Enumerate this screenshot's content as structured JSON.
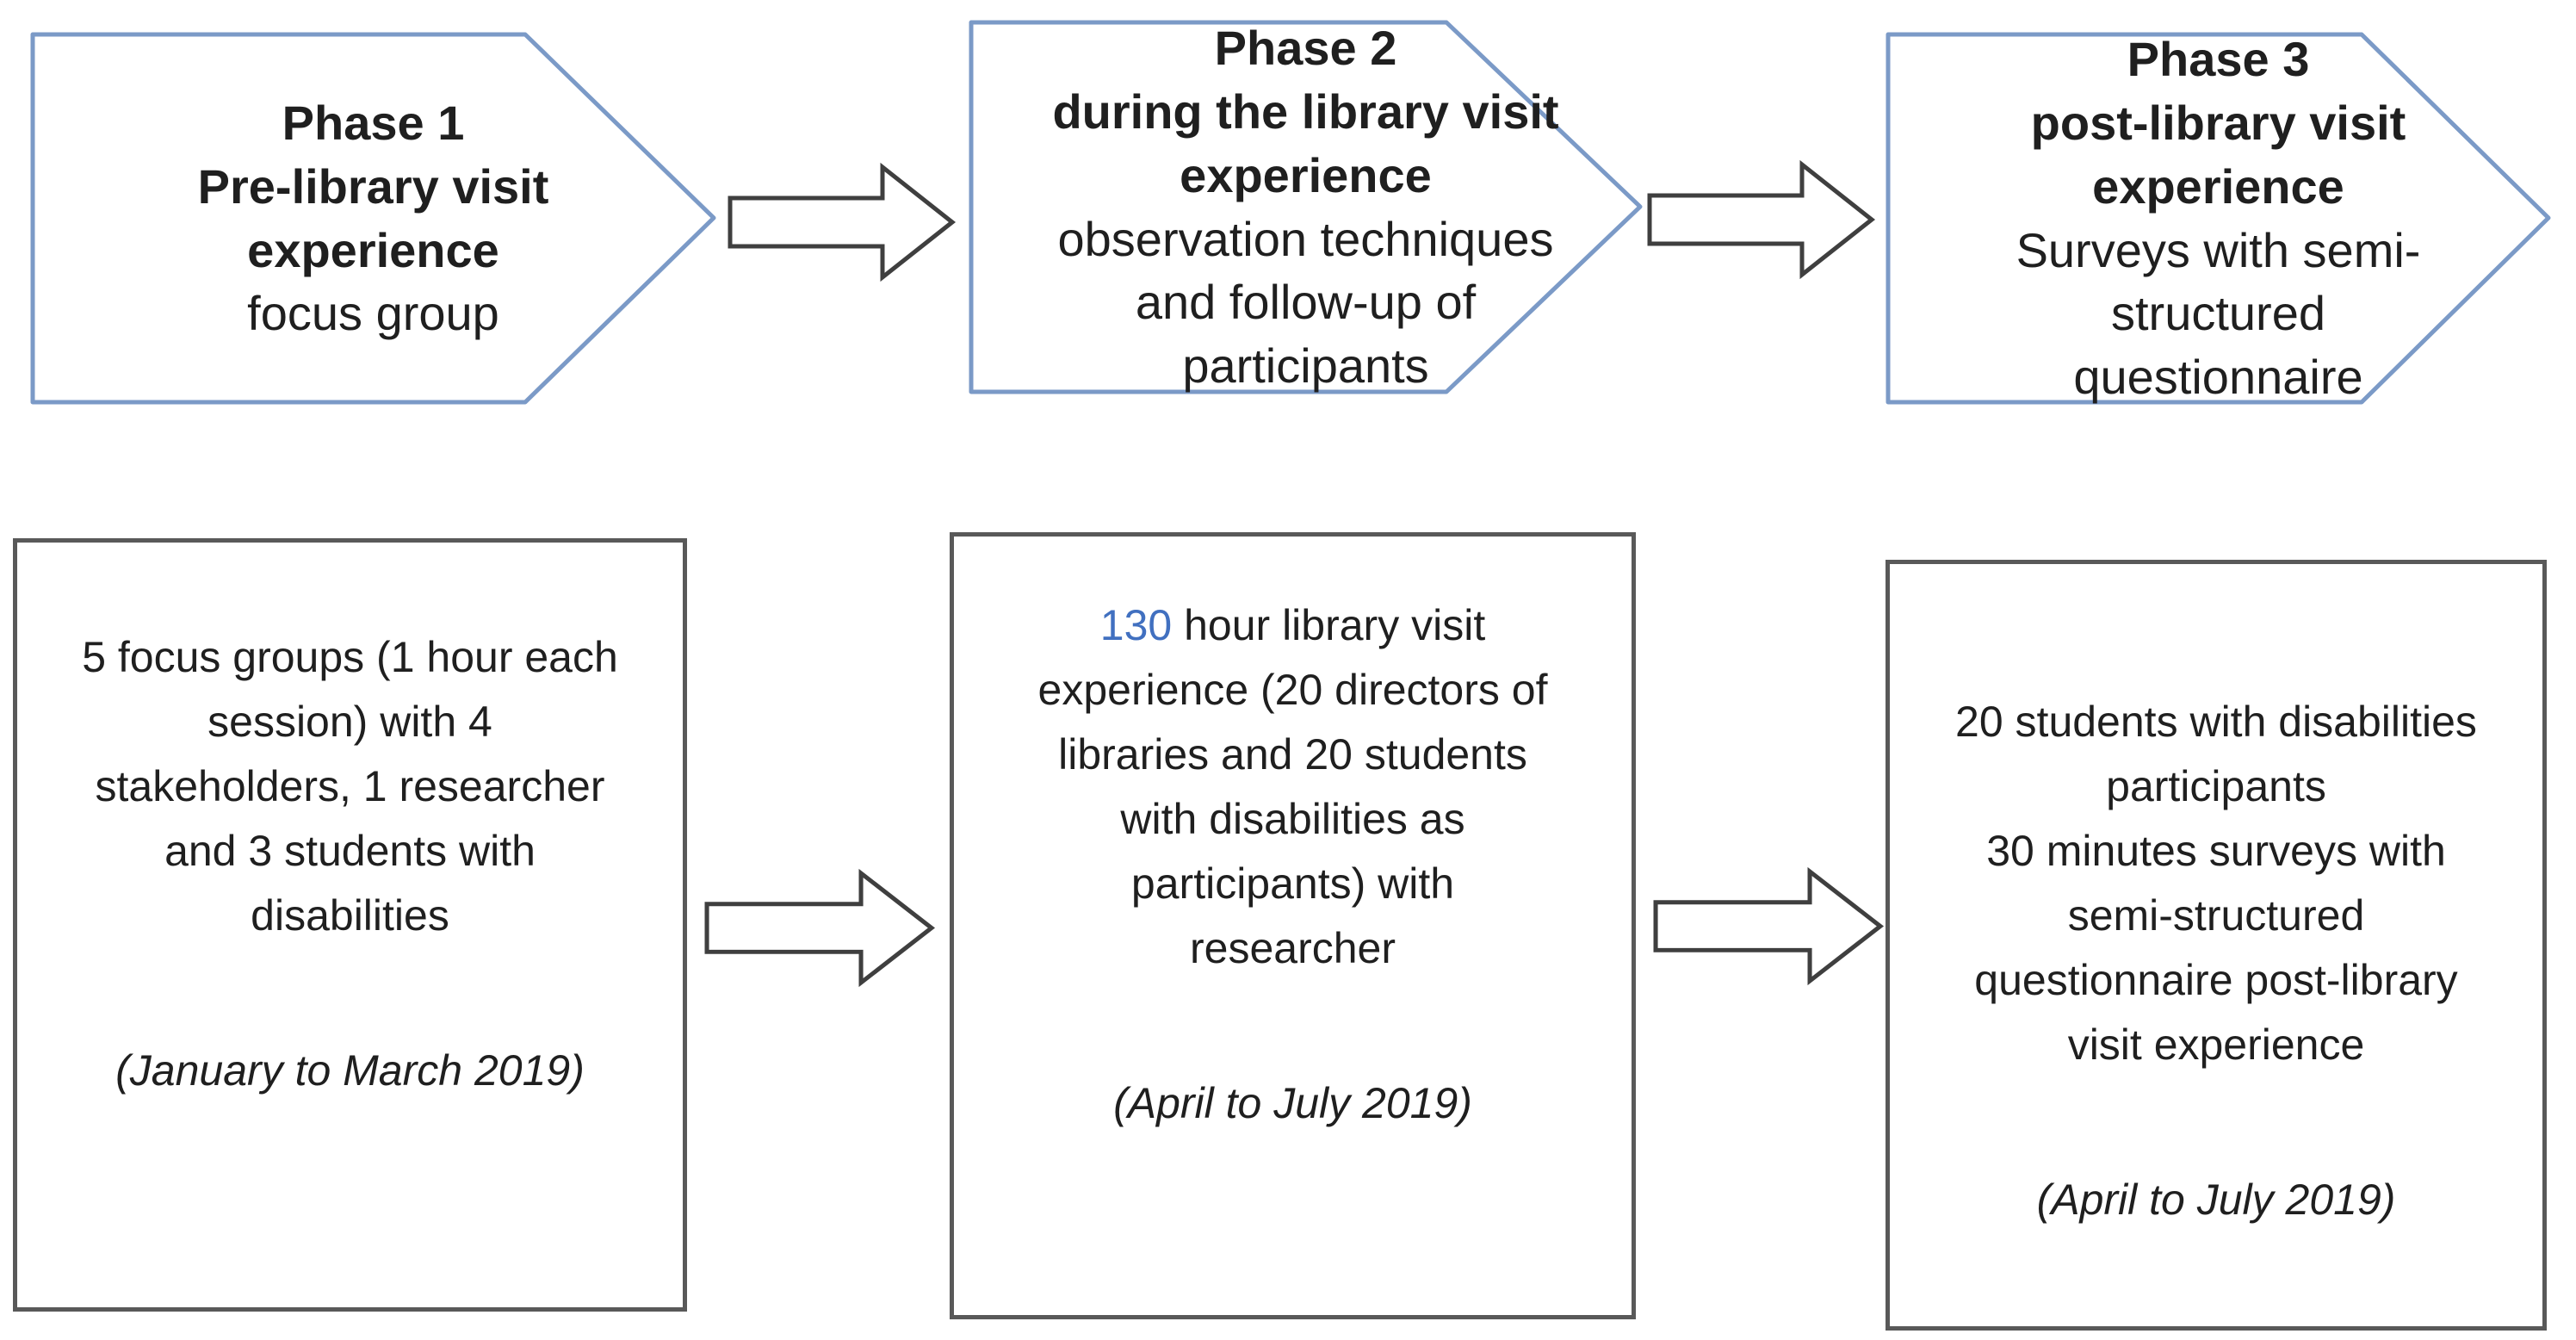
{
  "diagram": {
    "phases": [
      {
        "title": "Phase 1\nPre-library visit\nexperience",
        "subtitle": "focus group"
      },
      {
        "title": "Phase 2\nduring the library visit\nexperience",
        "subtitle": "observation techniques\nand follow-up of\nparticipants"
      },
      {
        "title": "Phase 3\npost-library visit\nexperience",
        "subtitle": "Surveys with semi-\nstructured\nquestionnaire"
      }
    ],
    "details": [
      {
        "body": "5 focus groups (1 hour each\nsession) with 4\nstakeholders, 1 researcher\nand 3 students with\ndisabilities",
        "date": "(January to March 2019)"
      },
      {
        "highlight": "130",
        "body": " hour library visit\nexperience (20 directors of\nlibraries and 20 students\nwith disabilities as\nparticipants) with\nresearcher",
        "date": "(April to July 2019)"
      },
      {
        "body": "20 students with disabilities\nparticipants\n30 minutes surveys with\nsemi-structured\nquestionnaire post-library\nvisit experience",
        "date": "(April to July 2019)"
      }
    ],
    "colors": {
      "chevron_border": "#7b9ac7",
      "box_border": "#595959",
      "arrow_border": "#3f3f3f",
      "highlight": "#4170c0",
      "text": "#1f1f1f"
    }
  }
}
